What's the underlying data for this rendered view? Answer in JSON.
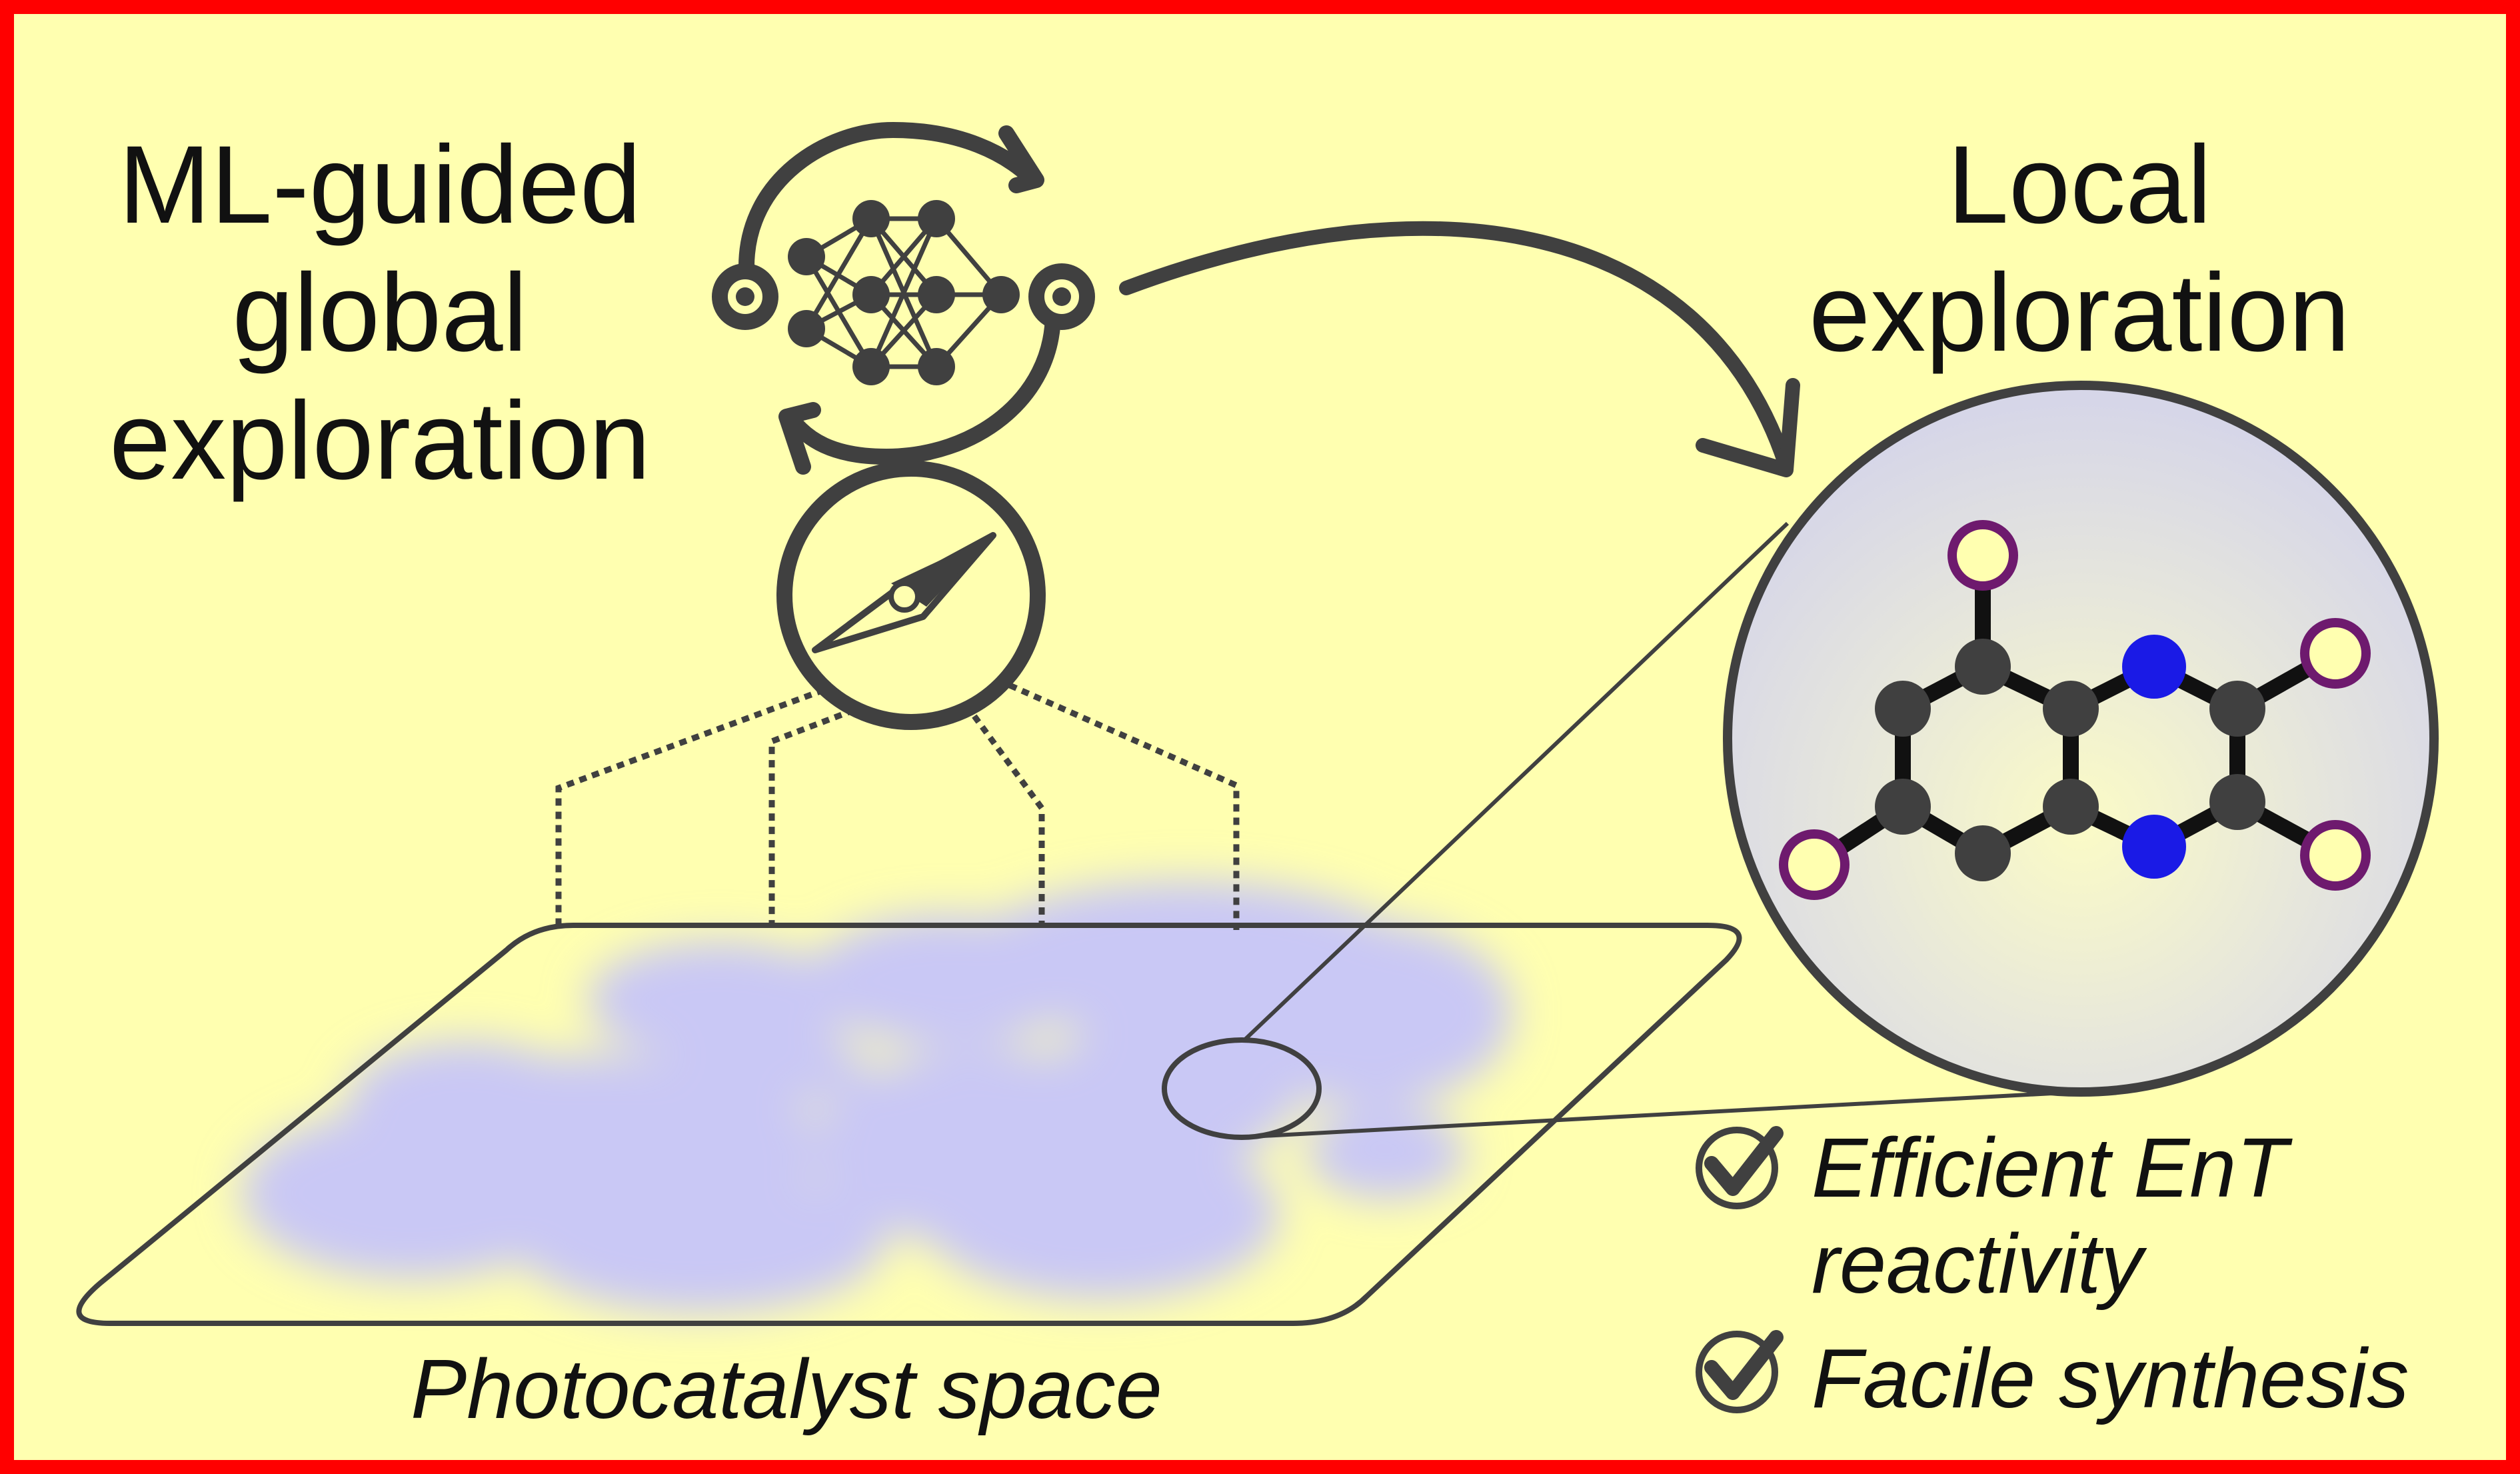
{
  "headings": {
    "global": [
      "ML-guided",
      "global",
      "exploration"
    ],
    "local": [
      "Local",
      "exploration"
    ]
  },
  "space_label": "Photocatalyst space",
  "benefits": [
    {
      "icon": "check-circle-icon",
      "lines": [
        "Efficient EnT",
        "reactivity"
      ]
    },
    {
      "icon": "check-circle-icon",
      "lines": [
        "Facile synthesis"
      ]
    }
  ],
  "colors": {
    "background": "#ffffb0",
    "border": "#ff0000",
    "ink": "#404040",
    "cloud": "#c9c8f5",
    "carbon": "#404040",
    "nitrogen": "#1a1ae6",
    "substituent": "#6e1a6e"
  },
  "icons": [
    "neural-network-icon",
    "cycle-arrows-icon",
    "compass-icon",
    "molecule-icon"
  ]
}
